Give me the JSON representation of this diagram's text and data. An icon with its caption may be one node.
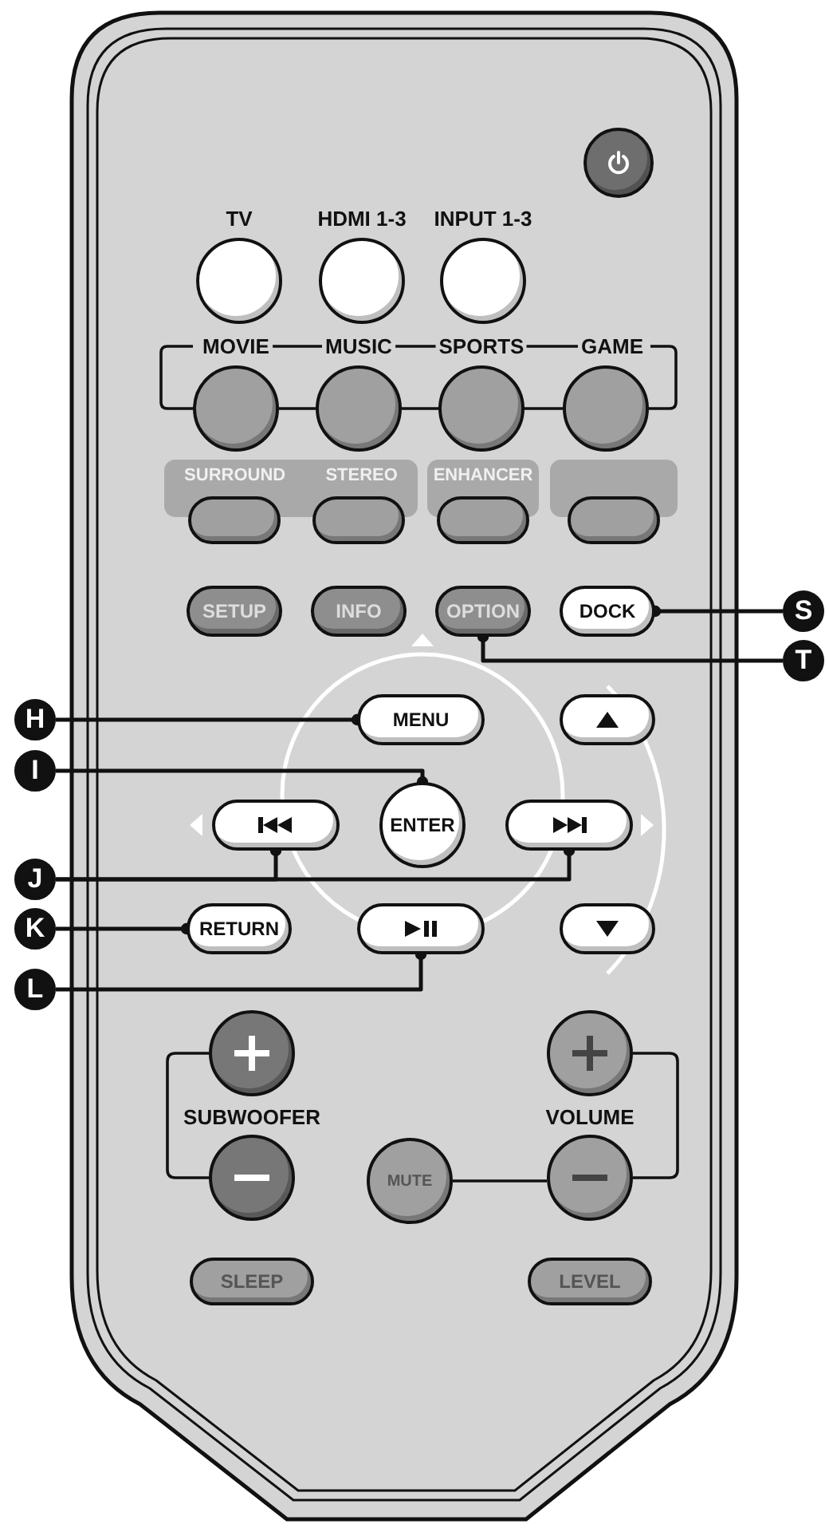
{
  "diagram": {
    "nodes": [
      {
        "text": [],
        "shape": "circle"
      },
      {
        "text": [],
        "shape": "circle",
        "beside": [
          "TV"
        ]
      },
      {
        "text": [],
        "shape": "circle",
        "beside": [
          "HDMI 1-3"
        ]
      },
      {
        "text": [],
        "shape": "circle",
        "beside": [
          "INPUT 1-3"
        ]
      },
      {
        "text": [],
        "shape": "circle",
        "beside": [
          "MOVIE"
        ]
      },
      {
        "text": [],
        "shape": "circle",
        "beside": [
          "MUSIC"
        ]
      },
      {
        "text": [],
        "shape": "circle",
        "beside": [
          "SPORTS"
        ]
      },
      {
        "text": [],
        "shape": "circle",
        "beside": [
          "GAME"
        ]
      },
      {
        "text": [
          "SURROUND",
          "STEREO"
        ]
      },
      {
        "text": [
          "ENHANCER"
        ]
      },
      {
        "text": [],
        "shape": "band"
      },
      {
        "text": [],
        "shape": "box"
      },
      {
        "text": [],
        "shape": "box"
      },
      {
        "text": [],
        "shape": "box"
      },
      {
        "text": [],
        "shape": "box"
      },
      {
        "text": [
          "SETUP"
        ]
      },
      {
        "text": [
          "INFO"
        ]
      },
      {
        "text": [
          "OPTION"
        ]
      },
      {
        "text": [
          "DOCK"
        ]
      },
      {
        "text": [
          "S"
        ]
      },
      {
        "text": [
          "T"
        ]
      },
      {
        "text": [
          "H"
        ]
      },
      {
        "text": [
          "MENU"
        ]
      },
      {
        "text": [],
        "shape": "box"
      },
      {
        "text": [
          "I"
        ]
      },
      {
        "text": [],
        "shape": "box"
      },
      {
        "text": [
          "ENTER"
        ]
      },
      {
        "text": [],
        "shape": "box"
      },
      {
        "text": [
          "J"
        ]
      },
      {
        "text": [
          "K"
        ]
      },
      {
        "text": [
          "RETURN"
        ]
      },
      {
        "text": [],
        "shape": "box"
      },
      {
        "text": [],
        "shape": "box"
      },
      {
        "text": [
          "L"
        ]
      },
      {
        "text": [],
        "shape": "circle"
      },
      {
        "text": [],
        "shape": "circle"
      },
      {
        "text": [],
        "shape": "circle"
      },
      {
        "text": [
          "MUTE"
        ]
      },
      {
        "text": [],
        "shape": "circle"
      },
      {
        "text": [
          "SLEEP"
        ]
      },
      {
        "text": [
          "LEVEL"
        ]
      }
    ],
    "edges": [
      {
        "from": 19,
        "to": 18,
        "arrow": "other"
      },
      {
        "from": 20,
        "to": 17,
        "arrow": "other"
      },
      {
        "from": 21,
        "to": 22,
        "arrow": "other"
      },
      {
        "from": 24,
        "to": 26,
        "arrow": "other"
      },
      {
        "from": 28,
        "to": 25,
        "arrow": "other"
      },
      {
        "from": 28,
        "to": 27,
        "arrow": "other"
      },
      {
        "from": 29,
        "to": 30,
        "arrow": "other"
      },
      {
        "from": 33,
        "to": 31,
        "arrow": "other"
      }
    ],
    "labels": [
      "SUBWOOFER",
      "VOLUME"
    ]
  }
}
